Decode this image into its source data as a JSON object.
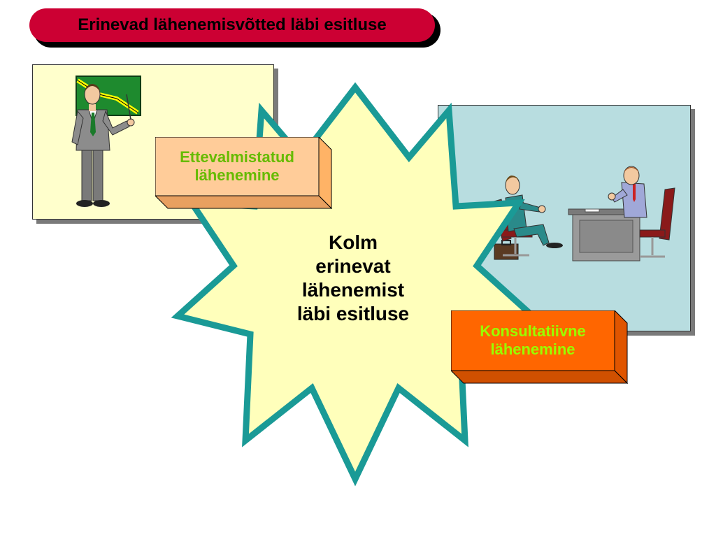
{
  "title": "Erinevad lähenemisvõtted läbi esitluse",
  "center_text": [
    "Kolm",
    "erinevat",
    "lähenemist",
    "läbi esitluse"
  ],
  "box_prepared": {
    "lines": [
      "Ettevalmistatud",
      "lähenemine"
    ]
  },
  "box_consultative": {
    "lines": [
      "Konsultatiivne",
      "lähenemine"
    ]
  },
  "colors": {
    "title_bg": "#cc0033",
    "panel_left_bg": "#ffffcc",
    "panel_right_bg": "#b8dde0",
    "star_fill": "#ffffbb",
    "star_stroke": "#1a9a96",
    "box_prepared_bg": "#ffcc99",
    "box_prepared_text": "#66bb00",
    "box_consultative_bg": "#ff6600",
    "box_consultative_text": "#99ff00"
  }
}
